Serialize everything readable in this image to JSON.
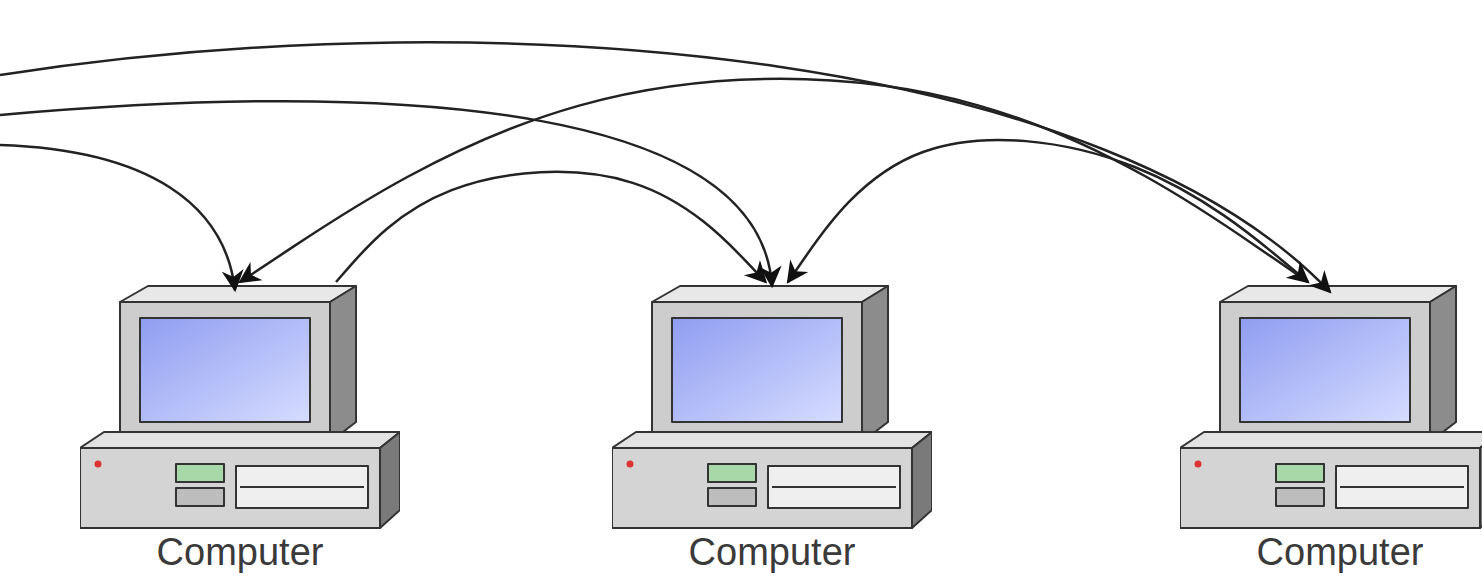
{
  "diagram": {
    "nodes": [
      {
        "text": [
          "Computer"
        ]
      },
      {
        "text": [
          "Computer"
        ]
      },
      {
        "text": [
          "Computer"
        ]
      }
    ],
    "edges": [
      {
        "from": 0,
        "to": 1,
        "arrow": "to"
      },
      {
        "from": 2,
        "to": 0,
        "arrow": "to"
      },
      {
        "from": 1,
        "to": 2,
        "arrow": "both"
      }
    ]
  }
}
